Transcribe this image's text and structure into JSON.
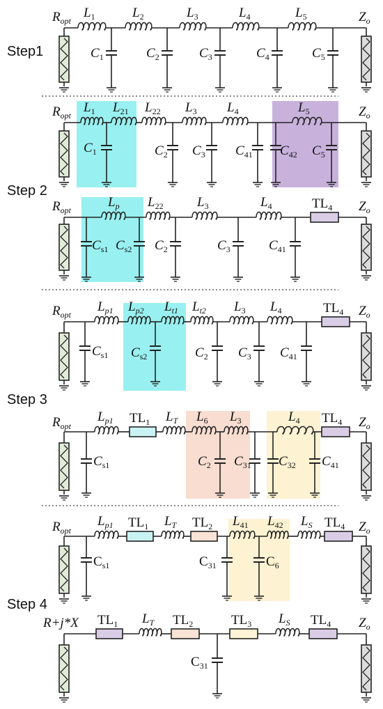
{
  "diagram": {
    "steps": [
      "Step1",
      "Step 2",
      "Step 3",
      "Step 4"
    ],
    "colors": {
      "cyan": "#99f0f0",
      "lilac": "#c8b2dc",
      "peach": "#f8ddd0",
      "cream": "#fdf2d2",
      "load_green": "#e0ecd8",
      "load_gray": "#dcdcdc",
      "tl_cyan": "#c9f3f3",
      "tl_purple": "#d9cde6",
      "tl_peach": "#f9e2d6",
      "tl_cream": "#fdf3d6"
    },
    "icons": {
      "source": "zigzag-resistor-icon",
      "load": "zigzag-resistor-icon",
      "inductor": "coil-icon",
      "capacitor": "capacitor-icon",
      "line": "transmission-line-icon",
      "ground": "ground-icon"
    },
    "labels": {
      "Ropt": [
        "R",
        "opt"
      ],
      "Zo": [
        "Z",
        "o"
      ],
      "L1": [
        "L",
        "1"
      ],
      "L2": [
        "L",
        "2"
      ],
      "L3": [
        "L",
        "3"
      ],
      "L4": [
        "L",
        "4"
      ],
      "L5": [
        "L",
        "5"
      ],
      "L21": [
        "L",
        "21"
      ],
      "L22": [
        "L",
        "22"
      ],
      "Lp": [
        "L",
        "p"
      ],
      "Lp1": [
        "L",
        "p1"
      ],
      "Lp2": [
        "L",
        "p2"
      ],
      "Lt1": [
        "L",
        "t1"
      ],
      "Lt2": [
        "L",
        "t2"
      ],
      "LT": [
        "L",
        "T"
      ],
      "L6": [
        "L",
        "6"
      ],
      "L41": [
        "L",
        "41"
      ],
      "L42": [
        "L",
        "42"
      ],
      "LS": [
        "L",
        "S"
      ],
      "C1": [
        "C",
        "1"
      ],
      "C2": [
        "C",
        "2"
      ],
      "C3": [
        "C",
        "3"
      ],
      "C4": [
        "C",
        "4"
      ],
      "C5": [
        "C",
        "5"
      ],
      "C41": [
        "C",
        "41"
      ],
      "C42": [
        "C",
        "42"
      ],
      "Cs1": [
        "C",
        "s1"
      ],
      "Cs2": [
        "C",
        "s2"
      ],
      "C31": [
        "C",
        "31"
      ],
      "C32": [
        "C",
        "32"
      ],
      "C6": [
        "C",
        "6"
      ],
      "TL1": [
        "TL",
        "1"
      ],
      "TL2": [
        "TL",
        "2"
      ],
      "TL3": [
        "TL",
        "3"
      ],
      "TL4": [
        "TL",
        "4"
      ],
      "RjX": [
        "R+j*X",
        ""
      ]
    }
  }
}
